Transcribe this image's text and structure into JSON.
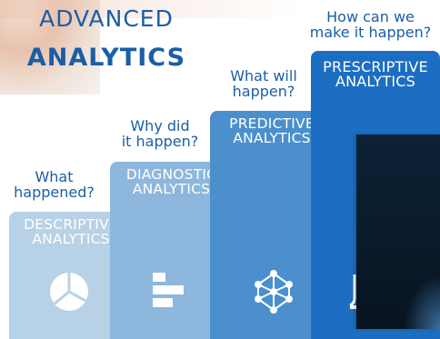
{
  "title": {
    "line1": "ADVANCED",
    "line2": "ANALYTICS"
  },
  "stages": [
    {
      "question_lines": [
        "What",
        "happened?"
      ],
      "label_lines": [
        "DESCRIPTIVE",
        "ANALYTICS"
      ],
      "color": "#b7d1e6",
      "icon": "pie-chart-icon"
    },
    {
      "question_lines": [
        "Why did",
        "it happen?"
      ],
      "label_lines": [
        "DIAGNOSTIC",
        "ANALYTICS"
      ],
      "color": "#8db7dc",
      "icon": "bar-chart-icon"
    },
    {
      "question_lines": [
        "What will",
        "happen?"
      ],
      "label_lines": [
        "PREDICTIVE",
        "ANALYTICS"
      ],
      "color": "#4b8fcd",
      "icon": "network-icon"
    },
    {
      "question_lines": [
        "How can we",
        "make it happen?"
      ],
      "label_lines": [
        "PRESCRIPTIVE",
        "ANALYTICS"
      ],
      "color": "#1c6ec2",
      "icon": "lightbulb-icon"
    }
  ],
  "colors": {
    "text_accent": "#1a5ea6"
  }
}
